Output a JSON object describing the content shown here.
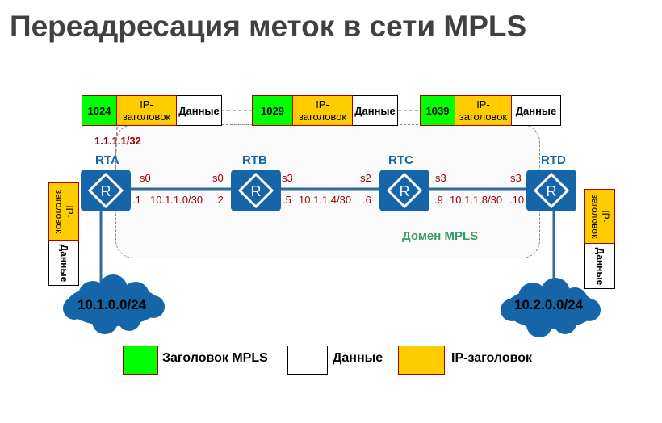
{
  "title": "Переадресация меток в сети MPLS",
  "domain_label": "Домен MPLS",
  "packets": [
    {
      "label": "1024",
      "ip": "IP-заголовок",
      "data": "Данные"
    },
    {
      "label": "1029",
      "ip": "IP-заголовок",
      "data": "Данные"
    },
    {
      "label": "1039",
      "ip": "IP-заголовок",
      "data": "Данные"
    }
  ],
  "loopback": "1.1.1.1/32",
  "routers": [
    "RTA",
    "RTB",
    "RTC",
    "RTD"
  ],
  "links": [
    {
      "left_if": "s0",
      "right_if": "s0",
      "left_ip": ".1",
      "net": "10.1.1.0/30",
      "right_ip": ".2"
    },
    {
      "left_if": "s3",
      "right_if": "s2",
      "left_ip": ".5",
      "net": "10.1.1.4/30",
      "right_ip": ".6"
    },
    {
      "left_if": "s3",
      "right_if": "s3",
      "left_ip": ".9",
      "net": "10.1.1.8/30",
      "right_ip": ".10"
    }
  ],
  "side_packets": [
    {
      "ip": "IP-заголовок",
      "data": "Данные"
    },
    {
      "ip": "IP-заголовок",
      "data": "Данные"
    }
  ],
  "clouds": [
    "10.1.0.0/24",
    "10.2.0.0/24"
  ],
  "legend": [
    {
      "label": "Заголовок MPLS",
      "color": "#00ff00"
    },
    {
      "label": "Данные",
      "color": "#ffffff"
    },
    {
      "label": "IP-заголовок",
      "color": "#ffcc00"
    }
  ]
}
